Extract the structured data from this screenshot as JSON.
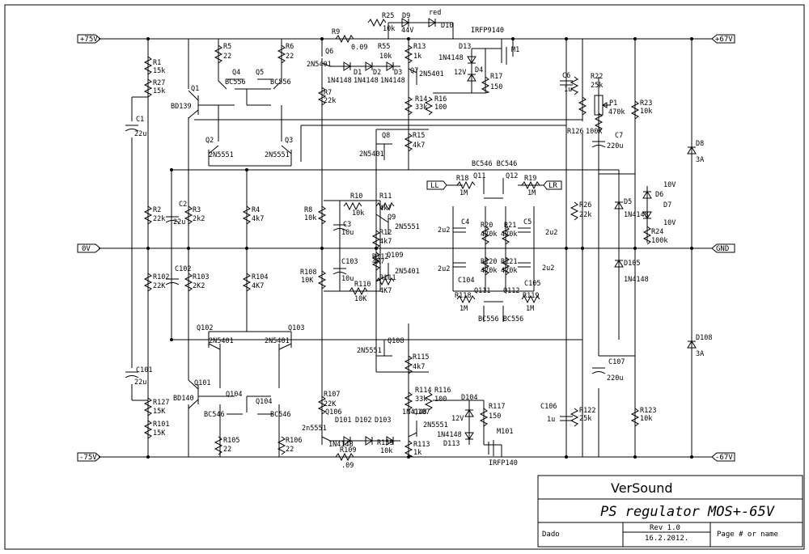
{
  "sheet": {
    "ports": {
      "pos75": "+75V",
      "neg75": "-75V",
      "zero": "0V",
      "pos67": "+67V",
      "neg67": "-67V",
      "gnd": "GND",
      "ll": "LL",
      "lr": "LR"
    },
    "title_block": {
      "company": "VerSound",
      "title": "PS regulator MOS+-65V",
      "author": "Dado",
      "rev": "Rev 1.0",
      "date": "16.2.2012.",
      "page": "Page # or name"
    }
  },
  "labels": [
    {
      "id": "R1",
      "t": "R1"
    },
    {
      "id": "R1v",
      "t": "15k"
    },
    {
      "id": "R27",
      "t": "R27"
    },
    {
      "id": "R27v",
      "t": "15k"
    },
    {
      "id": "C1",
      "t": "C1"
    },
    {
      "id": "C1v",
      "t": "22u"
    },
    {
      "id": "Q1",
      "t": "Q1"
    },
    {
      "id": "Q1p",
      "t": "BD139"
    },
    {
      "id": "R5",
      "t": "R5"
    },
    {
      "id": "R5v",
      "t": "22"
    },
    {
      "id": "R6",
      "t": "R6"
    },
    {
      "id": "R6v",
      "t": "22"
    },
    {
      "id": "Q4",
      "t": "Q4"
    },
    {
      "id": "Q4p",
      "t": "BC556"
    },
    {
      "id": "Q5",
      "t": "Q5"
    },
    {
      "id": "Q5p",
      "t": "BC556"
    },
    {
      "id": "Q2",
      "t": "Q2"
    },
    {
      "id": "Q2p",
      "t": "2N5551"
    },
    {
      "id": "Q3",
      "t": "Q3"
    },
    {
      "id": "Q3p",
      "t": "2N5551"
    },
    {
      "id": "R9",
      "t": "R9"
    },
    {
      "id": "R9v",
      "t": "0.09"
    },
    {
      "id": "R25",
      "t": "R25"
    },
    {
      "id": "R25v",
      "t": "10k"
    },
    {
      "id": "D9",
      "t": "D9"
    },
    {
      "id": "D9v",
      "t": "44V"
    },
    {
      "id": "red",
      "t": "red"
    },
    {
      "id": "D10",
      "t": "D10"
    },
    {
      "id": "IRFP9140",
      "t": "IRFP9140"
    },
    {
      "id": "M1",
      "t": "M1"
    },
    {
      "id": "Q6",
      "t": "Q6"
    },
    {
      "id": "Q6p",
      "t": "2N5401"
    },
    {
      "id": "D1",
      "t": "D1"
    },
    {
      "id": "D2",
      "t": "D2"
    },
    {
      "id": "D3",
      "t": "D3"
    },
    {
      "id": "D1p",
      "t": "1N4148"
    },
    {
      "id": "D2p",
      "t": "1N4148"
    },
    {
      "id": "D3p",
      "t": "1N4148"
    },
    {
      "id": "R55",
      "t": "R55"
    },
    {
      "id": "R55v",
      "t": "10k"
    },
    {
      "id": "R13",
      "t": "R13"
    },
    {
      "id": "R13v",
      "t": "1k"
    },
    {
      "id": "Q7",
      "t": "Q7"
    },
    {
      "id": "Q7p",
      "t": "2N5401"
    },
    {
      "id": "D13",
      "t": "D13"
    },
    {
      "id": "D13p",
      "t": "1N4148"
    },
    {
      "id": "D4",
      "t": "D4"
    },
    {
      "id": "D4v",
      "t": "12V"
    },
    {
      "id": "R17",
      "t": "R17"
    },
    {
      "id": "R17v",
      "t": "150"
    },
    {
      "id": "R7",
      "t": "R7"
    },
    {
      "id": "R7v",
      "t": "22k"
    },
    {
      "id": "R14",
      "t": "R14"
    },
    {
      "id": "R14v",
      "t": "33k"
    },
    {
      "id": "R16",
      "t": "R16"
    },
    {
      "id": "R16v",
      "t": "100"
    },
    {
      "id": "C6",
      "t": "C6"
    },
    {
      "id": "C6v",
      "t": "1u"
    },
    {
      "id": "R22",
      "t": "R22"
    },
    {
      "id": "R22v",
      "t": "25k"
    },
    {
      "id": "P1",
      "t": "P1"
    },
    {
      "id": "P1v",
      "t": "470k"
    },
    {
      "id": "R23",
      "t": "R23"
    },
    {
      "id": "R23v",
      "t": "10k"
    },
    {
      "id": "R126",
      "t": "R126"
    },
    {
      "id": "R126v",
      "t": "100k"
    },
    {
      "id": "C7",
      "t": "C7"
    },
    {
      "id": "C7v",
      "t": "220u"
    },
    {
      "id": "D8",
      "t": "D8"
    },
    {
      "id": "D8v",
      "t": "3A"
    },
    {
      "id": "Q8",
      "t": "Q8"
    },
    {
      "id": "Q8p",
      "t": "2N5401"
    },
    {
      "id": "R15",
      "t": "R15"
    },
    {
      "id": "R15v",
      "t": "4k7"
    },
    {
      "id": "BCtop",
      "t": "BC546 BC546"
    },
    {
      "id": "R18",
      "t": "R18"
    },
    {
      "id": "R18v",
      "t": "1M"
    },
    {
      "id": "Q11",
      "t": "Q11"
    },
    {
      "id": "Q12",
      "t": "Q12"
    },
    {
      "id": "R19",
      "t": "R19"
    },
    {
      "id": "R19v",
      "t": "1M"
    },
    {
      "id": "R2",
      "t": "R2"
    },
    {
      "id": "R2v",
      "t": "22k"
    },
    {
      "id": "C2",
      "t": "C2"
    },
    {
      "id": "C2v",
      "t": "22u"
    },
    {
      "id": "R3",
      "t": "R3"
    },
    {
      "id": "R3v",
      "t": "2k2"
    },
    {
      "id": "R4",
      "t": "R4"
    },
    {
      "id": "R4v",
      "t": "4k7"
    },
    {
      "id": "R8",
      "t": "R8"
    },
    {
      "id": "R8v",
      "t": "10k"
    },
    {
      "id": "R10",
      "t": "R10"
    },
    {
      "id": "R10v",
      "t": "10k"
    },
    {
      "id": "R11",
      "t": "R11"
    },
    {
      "id": "R11v",
      "t": "4k7"
    },
    {
      "id": "C3",
      "t": "C3"
    },
    {
      "id": "C3v",
      "t": "10u"
    },
    {
      "id": "Q9",
      "t": "Q9"
    },
    {
      "id": "Q9p",
      "t": "2N5551"
    },
    {
      "id": "R12",
      "t": "R12"
    },
    {
      "id": "R12v",
      "t": "4k7"
    },
    {
      "id": "C4",
      "t": "C4"
    },
    {
      "id": "R20",
      "t": "R20"
    },
    {
      "id": "R20v",
      "t": "470k"
    },
    {
      "id": "R21",
      "t": "R21"
    },
    {
      "id": "R21v",
      "t": "470k"
    },
    {
      "id": "C5",
      "t": "C5"
    },
    {
      "id": "c2u2a",
      "t": "2u2"
    },
    {
      "id": "c2u2b",
      "t": "2u2"
    },
    {
      "id": "R26",
      "t": "R26"
    },
    {
      "id": "R26v",
      "t": "22k"
    },
    {
      "id": "D5",
      "t": "D5"
    },
    {
      "id": "D5p",
      "t": "1N4148"
    },
    {
      "id": "D6",
      "t": "D6"
    },
    {
      "id": "D6v",
      "t": "10V"
    },
    {
      "id": "D7",
      "t": "D7"
    },
    {
      "id": "D7v",
      "t": "10V"
    },
    {
      "id": "R24",
      "t": "R24"
    },
    {
      "id": "R24v",
      "t": "100k"
    },
    {
      "id": "C102",
      "t": "C102"
    },
    {
      "id": "R102",
      "t": "R102"
    },
    {
      "id": "R102v",
      "t": "22K"
    },
    {
      "id": "R103",
      "t": "R103"
    },
    {
      "id": "R103v",
      "t": "2K2"
    },
    {
      "id": "R104",
      "t": "R104"
    },
    {
      "id": "R104v",
      "t": "4K7"
    },
    {
      "id": "R108",
      "t": "R108"
    },
    {
      "id": "R108v",
      "t": "10K"
    },
    {
      "id": "C103",
      "t": "C103"
    },
    {
      "id": "C103v",
      "t": "10u"
    },
    {
      "id": "R112",
      "t": "R112"
    },
    {
      "id": "R112v",
      "t": "4K7"
    },
    {
      "id": "Q109",
      "t": "Q109"
    },
    {
      "id": "Q109p",
      "t": "2N5401"
    },
    {
      "id": "R110",
      "t": "R110"
    },
    {
      "id": "R110v",
      "t": "10K"
    },
    {
      "id": "R111",
      "t": "R111"
    },
    {
      "id": "R111v",
      "t": "4K7"
    },
    {
      "id": "c2u2c",
      "t": "2u2"
    },
    {
      "id": "c2u2d",
      "t": "2u2"
    },
    {
      "id": "R120",
      "t": "R120"
    },
    {
      "id": "R120v",
      "t": "470k"
    },
    {
      "id": "R121",
      "t": "R121"
    },
    {
      "id": "R121v",
      "t": "470k"
    },
    {
      "id": "C104",
      "t": "C104"
    },
    {
      "id": "C105",
      "t": "C105"
    },
    {
      "id": "R118",
      "t": "R118"
    },
    {
      "id": "R118v",
      "t": "1M"
    },
    {
      "id": "Q111",
      "t": "Q111"
    },
    {
      "id": "Q112",
      "t": "Q112"
    },
    {
      "id": "R119",
      "t": "R119"
    },
    {
      "id": "R119v",
      "t": "1M"
    },
    {
      "id": "BCbot",
      "t": "BC556   BC556"
    },
    {
      "id": "D105",
      "t": "D105"
    },
    {
      "id": "D105p",
      "t": "1N4148"
    },
    {
      "id": "Q102",
      "t": "Q102"
    },
    {
      "id": "Q102p",
      "t": "2N5401"
    },
    {
      "id": "Q103",
      "t": "Q103"
    },
    {
      "id": "Q103p",
      "t": "2N5401"
    },
    {
      "id": "C101",
      "t": "C101"
    },
    {
      "id": "C101v",
      "t": "22u"
    },
    {
      "id": "Q101",
      "t": "Q101"
    },
    {
      "id": "Q101p",
      "t": "BD140"
    },
    {
      "id": "Q104a",
      "t": "Q104"
    },
    {
      "id": "Q104b",
      "t": "Q104"
    },
    {
      "id": "BC546a",
      "t": "BC546"
    },
    {
      "id": "BC546b",
      "t": "BC546"
    },
    {
      "id": "R127",
      "t": "R127"
    },
    {
      "id": "R127v",
      "t": "15K"
    },
    {
      "id": "R101",
      "t": "R101"
    },
    {
      "id": "R101v",
      "t": "15K"
    },
    {
      "id": "R105",
      "t": "R105"
    },
    {
      "id": "R105v",
      "t": "22"
    },
    {
      "id": "R106",
      "t": "R106"
    },
    {
      "id": "R106v",
      "t": "22"
    },
    {
      "id": "Q108",
      "t": "Q108"
    },
    {
      "id": "Q108p",
      "t": "2N5551"
    },
    {
      "id": "R115",
      "t": "R115"
    },
    {
      "id": "R115v",
      "t": "4k7"
    },
    {
      "id": "C107",
      "t": "C107"
    },
    {
      "id": "C107v",
      "t": "220u"
    },
    {
      "id": "D108",
      "t": "D108"
    },
    {
      "id": "D108v",
      "t": "3A"
    },
    {
      "id": "R107",
      "t": "R107"
    },
    {
      "id": "R107v",
      "t": "22K"
    },
    {
      "id": "R114",
      "t": "R114"
    },
    {
      "id": "R114v",
      "t": "33k"
    },
    {
      "id": "R116",
      "t": "R116"
    },
    {
      "id": "R116v",
      "t": "100"
    },
    {
      "id": "D104",
      "t": "D104"
    },
    {
      "id": "D104v",
      "t": "12V"
    },
    {
      "id": "R117",
      "t": "R117"
    },
    {
      "id": "R117v",
      "t": "150"
    },
    {
      "id": "Q106",
      "t": "Q106"
    },
    {
      "id": "Q106p",
      "t": "2n5551"
    },
    {
      "id": "D101",
      "t": "D101"
    },
    {
      "id": "D102",
      "t": "D102"
    },
    {
      "id": "D103",
      "t": "D103"
    },
    {
      "id": "D10xp",
      "t": "1N4148"
    },
    {
      "id": "D10xp2",
      "t": "1N4148"
    },
    {
      "id": "Q107",
      "t": "Q107"
    },
    {
      "id": "Q107p",
      "t": "2N5551"
    },
    {
      "id": "D113p",
      "t": "1N4148"
    },
    {
      "id": "D113",
      "t": "D113"
    },
    {
      "id": "M101",
      "t": "M101"
    },
    {
      "id": "IRFP140",
      "t": "IRFP140"
    },
    {
      "id": "R109",
      "t": "R109"
    },
    {
      "id": "R109v",
      "t": ".09"
    },
    {
      "id": "R159",
      "t": "R159"
    },
    {
      "id": "R159v",
      "t": "10k"
    },
    {
      "id": "R113",
      "t": "R113"
    },
    {
      "id": "R113v",
      "t": "1k"
    },
    {
      "id": "C106",
      "t": "C106"
    },
    {
      "id": "C106v",
      "t": "1u"
    },
    {
      "id": "R122",
      "t": "R122"
    },
    {
      "id": "R122v",
      "t": "25k"
    },
    {
      "id": "R123",
      "t": "R123"
    },
    {
      "id": "R123v",
      "t": "10k"
    }
  ]
}
